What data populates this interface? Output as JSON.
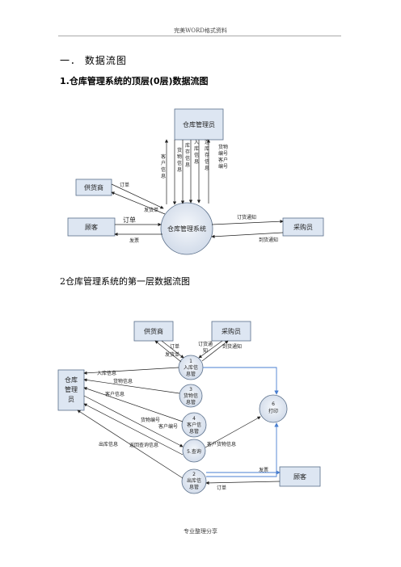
{
  "header": {
    "text": "完美WORD格式资料"
  },
  "section": {
    "title": "一． 数据流图"
  },
  "fig1": {
    "title": "1.仓库管理系统的顶层(0层)数据流图",
    "manager": "仓库管理员",
    "supplier": "供货商",
    "customer": "顾客",
    "system": "仓库管理系统",
    "buyer": "采购员",
    "v1": "客户信息",
    "v2": "货物信息",
    "v3": "库存信息",
    "v4": "入库信息",
    "v5": "连库存信息",
    "v6": "货物编号客户编号",
    "sup_order": "订单",
    "sup_ship": "发货单",
    "cust_order": "订单",
    "cust_ship": "发票",
    "buy_order": "订货通知",
    "buy_arrive": "到货通知"
  },
  "fig2": {
    "title": "2仓库管理系统的第一层数据流图",
    "supplier": "供货商",
    "buyer": "采购员",
    "manager": "仓库管理员",
    "customer": "顾客",
    "p1_num": "1",
    "p1_name": "入库信息管理",
    "p3_num": "3",
    "p3_name": "货物信息管理",
    "p4_num": "4",
    "p4_name": "客户信息管理",
    "p5_name": "5.查询",
    "p2_num": "2",
    "p2_name": "出库信息管",
    "p6_num": "6",
    "p6_name": "打印",
    "f_sup_order": "订单",
    "f_sup_ship": "发货单",
    "f_buy_order": "订货通知",
    "f_buy_arrive": "到货通知",
    "f_in": "入库信息",
    "f_goods": "货物信息",
    "f_client": "客户信息",
    "f_goods_no": "货物编号",
    "f_client_no": "客户编号",
    "f_out": "出库信息",
    "f_query": "返回查询信息",
    "f_client_goods": "客户货物信息",
    "f_invoice": "发票",
    "f_order": "订单"
  },
  "footer": {
    "text": "专业整理分享"
  },
  "colors": {
    "box_fill": "#dde6f2",
    "box_border": "#5a6f8a",
    "accent_line": "#4a7fd0"
  }
}
